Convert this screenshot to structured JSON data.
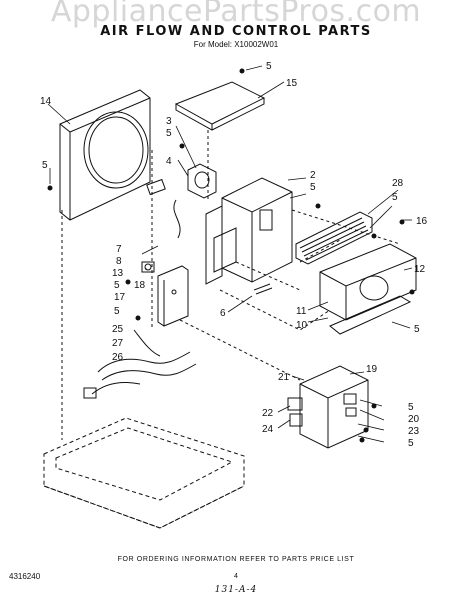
{
  "watermark": "AppliancePartsPros.com",
  "header": {
    "title": "AIR FLOW AND CONTROL PARTS",
    "model": "For Model: X10002W01"
  },
  "callouts": [
    "5",
    "15",
    "14",
    "3",
    "5",
    "4",
    "2",
    "5",
    "28",
    "5",
    "16",
    "5",
    "7",
    "8",
    "13",
    "5",
    "18",
    "17",
    "5",
    "25",
    "27",
    "26",
    "6",
    "12",
    "11",
    "10",
    "5",
    "21",
    "19",
    "22",
    "5",
    "20",
    "24",
    "23",
    "5"
  ],
  "footer": {
    "ordering_note": "FOR ORDERING INFORMATION REFER TO PARTS PRICE LIST",
    "doc_number": "4316240",
    "page_number": "4",
    "handwritten": "131-A-4"
  }
}
